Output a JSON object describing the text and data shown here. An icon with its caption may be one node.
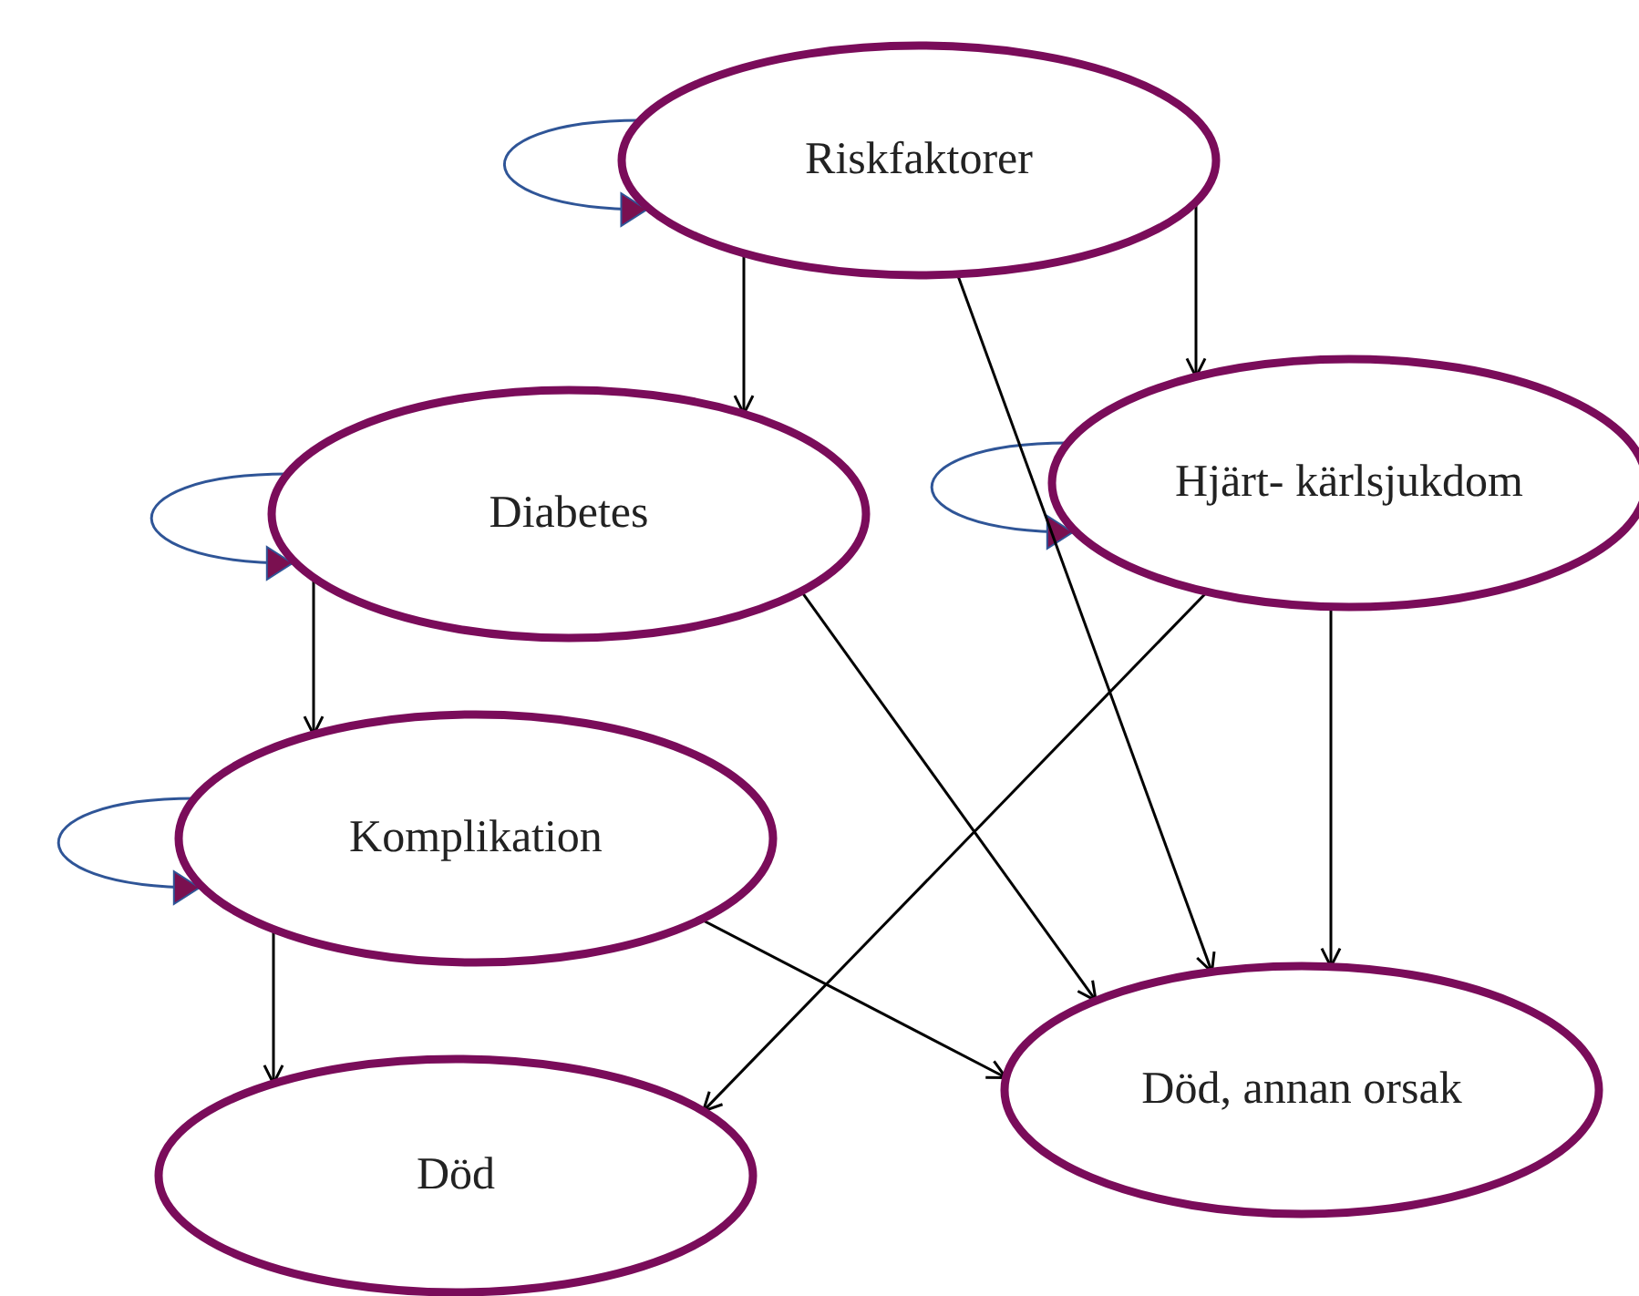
{
  "diagram": {
    "nodes": [
      {
        "text": [
          "Riskfaktorer"
        ]
      },
      {
        "text": [
          "Diabetes"
        ]
      },
      {
        "text": [
          "Hjärt- kärlsjukdom"
        ]
      },
      {
        "text": [
          "Komplikation"
        ]
      },
      {
        "text": [
          "Död"
        ]
      },
      {
        "text": [
          "Död, annan orsak"
        ]
      }
    ],
    "edges": [
      {
        "from": 0,
        "to": 0,
        "arrow": "to",
        "color": "#2f5597"
      },
      {
        "from": 1,
        "to": 1,
        "arrow": "to",
        "color": "#2f5597"
      },
      {
        "from": 2,
        "to": 2,
        "arrow": "to",
        "color": "#2f5597"
      },
      {
        "from": 3,
        "to": 3,
        "arrow": "to",
        "color": "#2f5597"
      },
      {
        "from": 0,
        "to": 1,
        "arrow": "to"
      },
      {
        "from": 0,
        "to": 2,
        "arrow": "to"
      },
      {
        "from": 0,
        "to": 5,
        "arrow": "to"
      },
      {
        "from": 1,
        "to": 3,
        "arrow": "to"
      },
      {
        "from": 1,
        "to": 5,
        "arrow": "to"
      },
      {
        "from": 2,
        "to": 4,
        "arrow": "to"
      },
      {
        "from": 2,
        "to": 5,
        "arrow": "to"
      },
      {
        "from": 3,
        "to": 4,
        "arrow": "to"
      },
      {
        "from": 3,
        "to": 5,
        "arrow": "to"
      }
    ]
  }
}
